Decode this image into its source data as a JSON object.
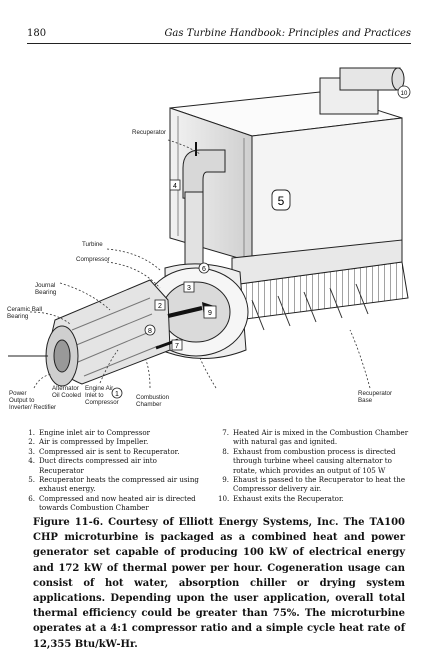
{
  "header": {
    "page_number": "180",
    "book_title": "Gas Turbine Handbook: Principles and Practices"
  },
  "figure": {
    "callouts": {
      "recuperator": "Recuperator",
      "turbine": "Turbine",
      "compressor": "Compressor",
      "journal_bearing": "Journal\nBearing",
      "ceramic_ball_bearing": "Ceramic Ball\nBearing",
      "power_output": "Power\nOutput to\nInverter/ Rectifier",
      "alternator": "Alternator\nOil Cooled",
      "engine_air_inlet": "Engine Air\nInlet to\nCompressor",
      "combustion_chamber": "Combustion\nChamber",
      "recuperator_base": "Recuperator\nBase"
    },
    "markers": [
      "1",
      "2",
      "3",
      "4",
      "5",
      "6",
      "7",
      "8",
      "9",
      "10"
    ]
  },
  "legend": {
    "left": [
      {
        "num": "1.",
        "text": "Engine inlet air to Compressor"
      },
      {
        "num": "2.",
        "text": "Air is compressed by Impeller."
      },
      {
        "num": "3.",
        "text": "Compressed air is sent to Recuperator."
      },
      {
        "num": "4.",
        "text": "Duct directs compressed air into Recuperator"
      },
      {
        "num": "5.",
        "text": "Recuperator heats the compressed air using exhaust energy."
      },
      {
        "num": "6.",
        "text": "Compressed and now heated air is directed towards Combustion Chamber"
      }
    ],
    "right": [
      {
        "num": "7.",
        "text": "Heated Air is mixed in the Combustion Chamber with natural gas and ignited."
      },
      {
        "num": "8.",
        "text": "Exhaust from combustion process is directed through turbine wheel causing alternator to rotate, which provides an output of 105 W"
      },
      {
        "num": "9.",
        "text": "Ehaust is passed to the Recuperator to heat the Compressor delivery air."
      },
      {
        "num": "10.",
        "text": "Exhaust exits the Recuperator."
      }
    ]
  },
  "caption": "Figure 11-6. Courtesy of Elliott Energy Systems, Inc. The TA100 CHP microturbine is packaged as a combined heat and power generator set capable of producing 100 kW of electrical energy and 172 kW of thermal power per hour. Cogeneration usage can consist of hot water, absorption chiller or drying system applications. Depending upon the user application, overall total thermal efficiency could be greater than 75%. The microturbine operates at a 4:1 compressor ratio and a simple cycle heat rate of 12,355 Btu/kW-Hr."
}
